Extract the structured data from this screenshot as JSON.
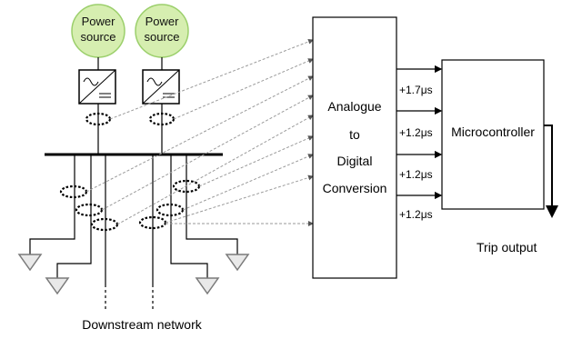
{
  "sources": [
    {
      "line1": "Power",
      "line2": "source",
      "fill": "#d6eeb0",
      "stroke": "#9bcf6b"
    },
    {
      "line1": "Power",
      "line2": "source",
      "fill": "#d6eeb0",
      "stroke": "#9bcf6b"
    }
  ],
  "adc_block": {
    "lines": [
      "Analogue",
      "to",
      "Digital",
      "Conversion"
    ]
  },
  "microcontroller": {
    "label": "Microcontroller"
  },
  "delays": [
    "+1.7μs",
    "+1.2μs",
    "+1.2μs",
    "+1.2μs"
  ],
  "trip_output": "Trip output",
  "downstream_label": "Downstream network",
  "colors": {
    "line": "#000000",
    "dashed": "#9a9a9a",
    "ground": "#7a7a7a",
    "ground_fill": "#e9e9e9"
  }
}
